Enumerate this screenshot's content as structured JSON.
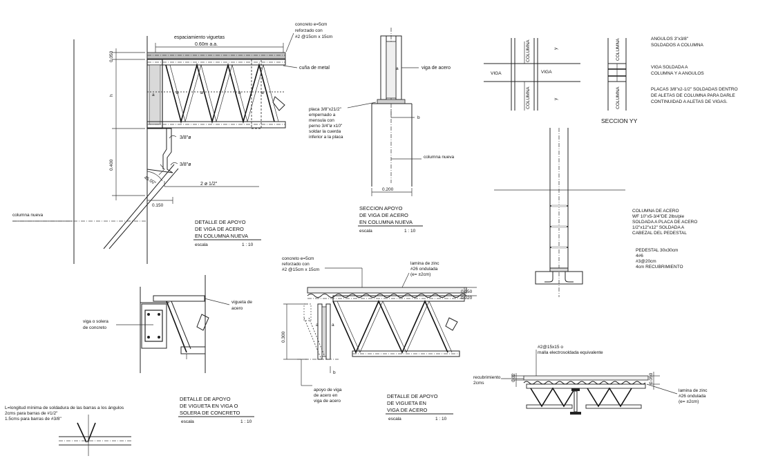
{
  "detail_apoyo_viga": {
    "top_label": "espaciamiento viguetas",
    "spacing": "0.60m a.a.",
    "concrete_note": [
      "concreto e=5cm",
      "reforzado con",
      "#2 @15cm x 15cm"
    ],
    "wedge": "cuña de metal",
    "dim_0050": "0.050",
    "dim_h": "h",
    "dim_0400": "0.400",
    "dim_0150": "0.150",
    "angle": "45.00°",
    "weld_1": "3/8\"ø",
    "weld_2": "3/8\"ø",
    "bars": "2 ø 1/2\"",
    "a": "a",
    "b": "b",
    "columna": "columna nueva",
    "title": [
      "DETALLE DE APOYO",
      "DE VIGA DE ACERO",
      "EN COLUMNA NUEVA"
    ],
    "escala": "escala",
    "scale": "1 : 10"
  },
  "seccion_apoyo": {
    "viga_label": "viga de acero",
    "plate_note": [
      "placa 3/8\"x21/2\"",
      "empernado a",
      "mensula con",
      "perno 3/4\"ø x10\"",
      "soldar la cuerda",
      "inferior a la placa"
    ],
    "b": "b",
    "a": "a",
    "columna": "columna nueva",
    "dim": "0.200",
    "title": [
      "SECCION APOYO",
      "DE VIGA DE ACERO",
      "EN COLUMNA NUEVA"
    ],
    "escala": "escala",
    "scale": "1 : 10"
  },
  "seccion_yy": {
    "viga_left": "VIGA",
    "viga_right": "VIGA",
    "col_1": "COLUMNA",
    "col_2": "COLUMNA",
    "col_3": "COLUMNA",
    "col_4": "COLUMNA",
    "y": "y",
    "title": "SECCION YY",
    "note_1": [
      "ANGULOS 3\"x3/8\"",
      "SOLDADOS A COLUMNA"
    ],
    "note_2": [
      "VIGA SOLDADA A",
      "COLUMNA Y A ANGULOS"
    ],
    "note_3": [
      "PLACAS 3/8\"x2-1/2\" SOLDADAS DENTRO",
      "DE ALETAS DE COLUMNA PARA DARLE",
      "CONTINUIDAD A ALETAS DE VIGAS."
    ]
  },
  "columna_acero": {
    "note": [
      "COLUMNA DE ACERO",
      "WF 10\"x5-3/4\"DE 2lbs/pie",
      "SOLDADA A PLACA DE ACERO",
      "1/2\"x12\"x12\" SOLDADA A",
      "CABEZAL DEL PEDESTAL"
    ],
    "pedestal": [
      "PEDESTAL 30x30cm",
      "4#6",
      "#3@20cm",
      "4cm RECUBRIMIENTO"
    ]
  },
  "apoyo_vigueta_viga_concreto": {
    "vigueta": [
      "vigueta de",
      "acero"
    ],
    "viga": [
      "viga o solera",
      "de concreto"
    ],
    "title": [
      "DETALLE DE APOYO",
      "DE VIGUETA EN VIGA O",
      "SOLERA DE CONCRETO"
    ],
    "escala": "escala",
    "scale": "1 : 10"
  },
  "weld_note": [
    "L=longitud mínima de soldadura de las barras a los ángulos",
    "2cms para barras de #1/2\"",
    "1.5cms para barras de #3/8\""
  ],
  "apoyo_vigueta_viga_acero": {
    "concrete_note": [
      "concreto e=5cm",
      "reforzado con",
      "#2 @15cm x 15cm"
    ],
    "zinc_note": [
      "lamina de zinc",
      "#26 ondulada",
      "(e= ±2cm)"
    ],
    "dim_0050": "0.050",
    "dim_0020": "0.020",
    "dim_0300": "0.300",
    "a": "a",
    "b": "b",
    "apoyo": [
      "apoyo de viga",
      "de acero en",
      "viga de acero"
    ],
    "title": [
      "DETALLE DE APOYO",
      "DE VIGUETA EN",
      "VIGA DE ACERO"
    ],
    "escala": "escala",
    "scale": "1 : 10"
  },
  "losa_section": {
    "malla": [
      "#2@15x15 o",
      "malla electrosoldada equivalente"
    ],
    "recubrimiento": [
      "recubrimiento",
      "2cms"
    ],
    "dim_a": "0.02",
    "dim_b": "0.050",
    "zinc_note": [
      "lamina de zinc",
      "#26 ondulada",
      "(e= ±2cm)"
    ]
  }
}
